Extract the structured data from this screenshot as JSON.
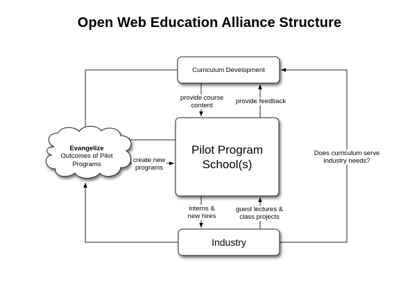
{
  "title": "Open Web Education Alliance Structure",
  "nodes": {
    "curriculum": {
      "label": "Curriculum Development"
    },
    "pilot": {
      "line1": "Pilot Program",
      "line2": "School(s)"
    },
    "industry": {
      "label": "Industry"
    },
    "evangelize": {
      "heading": "Evangelize",
      "line1": "Outcomes of Pilot",
      "line2": "Programs"
    }
  },
  "edges": {
    "provide_course_content": {
      "line1": "provide course",
      "line2": "content"
    },
    "provide_feedback": {
      "label": "provide feedback"
    },
    "create_new_programs": {
      "line1": "create new",
      "line2": "programs"
    },
    "interns_new_hires": {
      "line1": "interns &",
      "line2": "new hires"
    },
    "guest_lectures": {
      "line1": "guest lectures &",
      "line2": "class projects"
    },
    "curriculum_question": {
      "line1": "Does curriculum serve",
      "line2": "industry needs?"
    }
  }
}
